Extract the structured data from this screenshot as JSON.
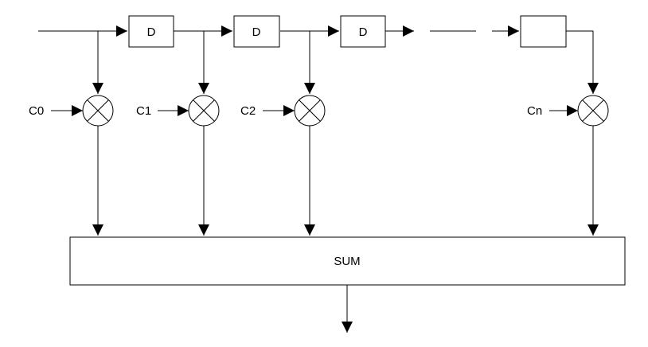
{
  "delay_blocks": [
    {
      "label": "D"
    },
    {
      "label": "D"
    },
    {
      "label": "D"
    },
    {
      "label": ""
    }
  ],
  "coefficients": [
    "C0",
    "C1",
    "C2",
    "Cn"
  ],
  "sum_label": "SUM",
  "colors": {
    "stroke": "#000000",
    "background": "#ffffff"
  }
}
